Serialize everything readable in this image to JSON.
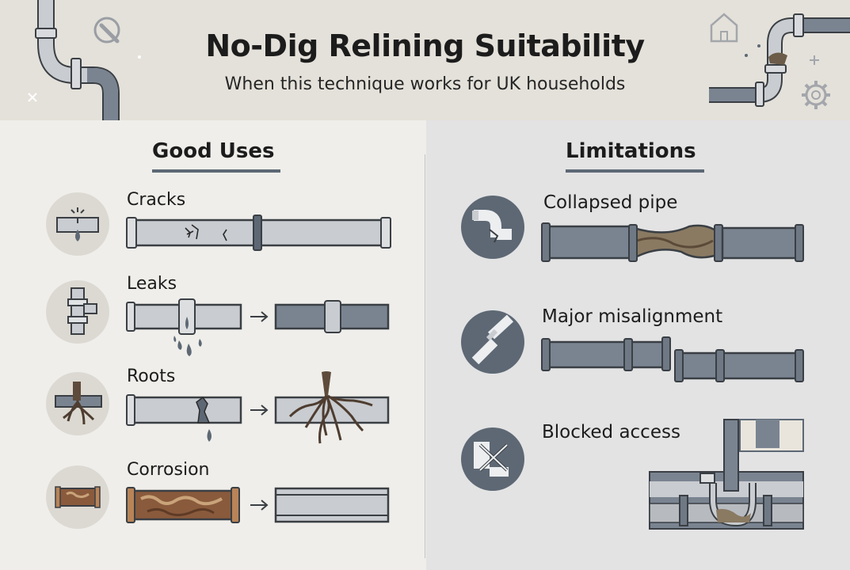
{
  "header": {
    "title": "No-Dig Relining Suitability",
    "subtitle": "When this technique works for UK households"
  },
  "good_uses": {
    "heading": "Good Uses",
    "items": [
      {
        "label": "Cracks",
        "icon": "crack-drip-icon"
      },
      {
        "label": "Leaks",
        "icon": "leaking-fitting-icon"
      },
      {
        "label": "Roots",
        "icon": "root-intrusion-icon"
      },
      {
        "label": "Corrosion",
        "icon": "corroded-pipe-icon"
      }
    ]
  },
  "limitations": {
    "heading": "Limitations",
    "items": [
      {
        "label": "Collapsed pipe",
        "icon": "broken-elbow-icon"
      },
      {
        "label": "Major misalignment",
        "icon": "offset-pipe-icon"
      },
      {
        "label": "Blocked access",
        "icon": "blocked-x-icon"
      }
    ]
  },
  "colors": {
    "header_bg": "#e4e1da",
    "left_bg": "#efeeea",
    "right_bg": "#e3e3e4",
    "pipe_light": "#c9ccd0",
    "pipe_dark": "#6f7985",
    "rust": "#8a5a3c",
    "accent": "#5d6874"
  }
}
